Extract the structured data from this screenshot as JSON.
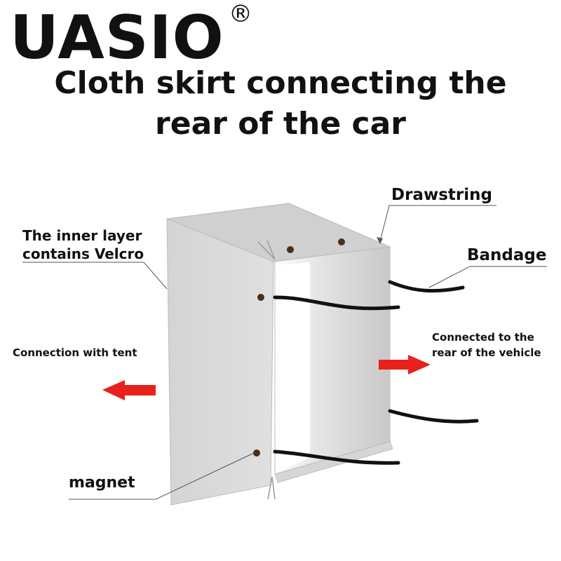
{
  "brand": {
    "name": "UASIO",
    "mark": "®"
  },
  "title": {
    "line1": "Cloth skirt connecting the",
    "line2": "rear of the car"
  },
  "labels": {
    "drawstring": "Drawstring",
    "bandage": "Bandage",
    "velcro_line1": "The inner layer",
    "velcro_line2": "contains Velcro",
    "tent": "Connection with tent",
    "vehicle_line1": "Connected to the",
    "vehicle_line2": "rear of the vehicle",
    "magnet": "magnet"
  },
  "colors": {
    "arrow": "#e8211c",
    "fabric_front": "#d9d9d9",
    "fabric_top": "#d0d0d0",
    "strap": "#111111",
    "magnet_dot": "#4a2e14",
    "leader_line": "#555555"
  }
}
